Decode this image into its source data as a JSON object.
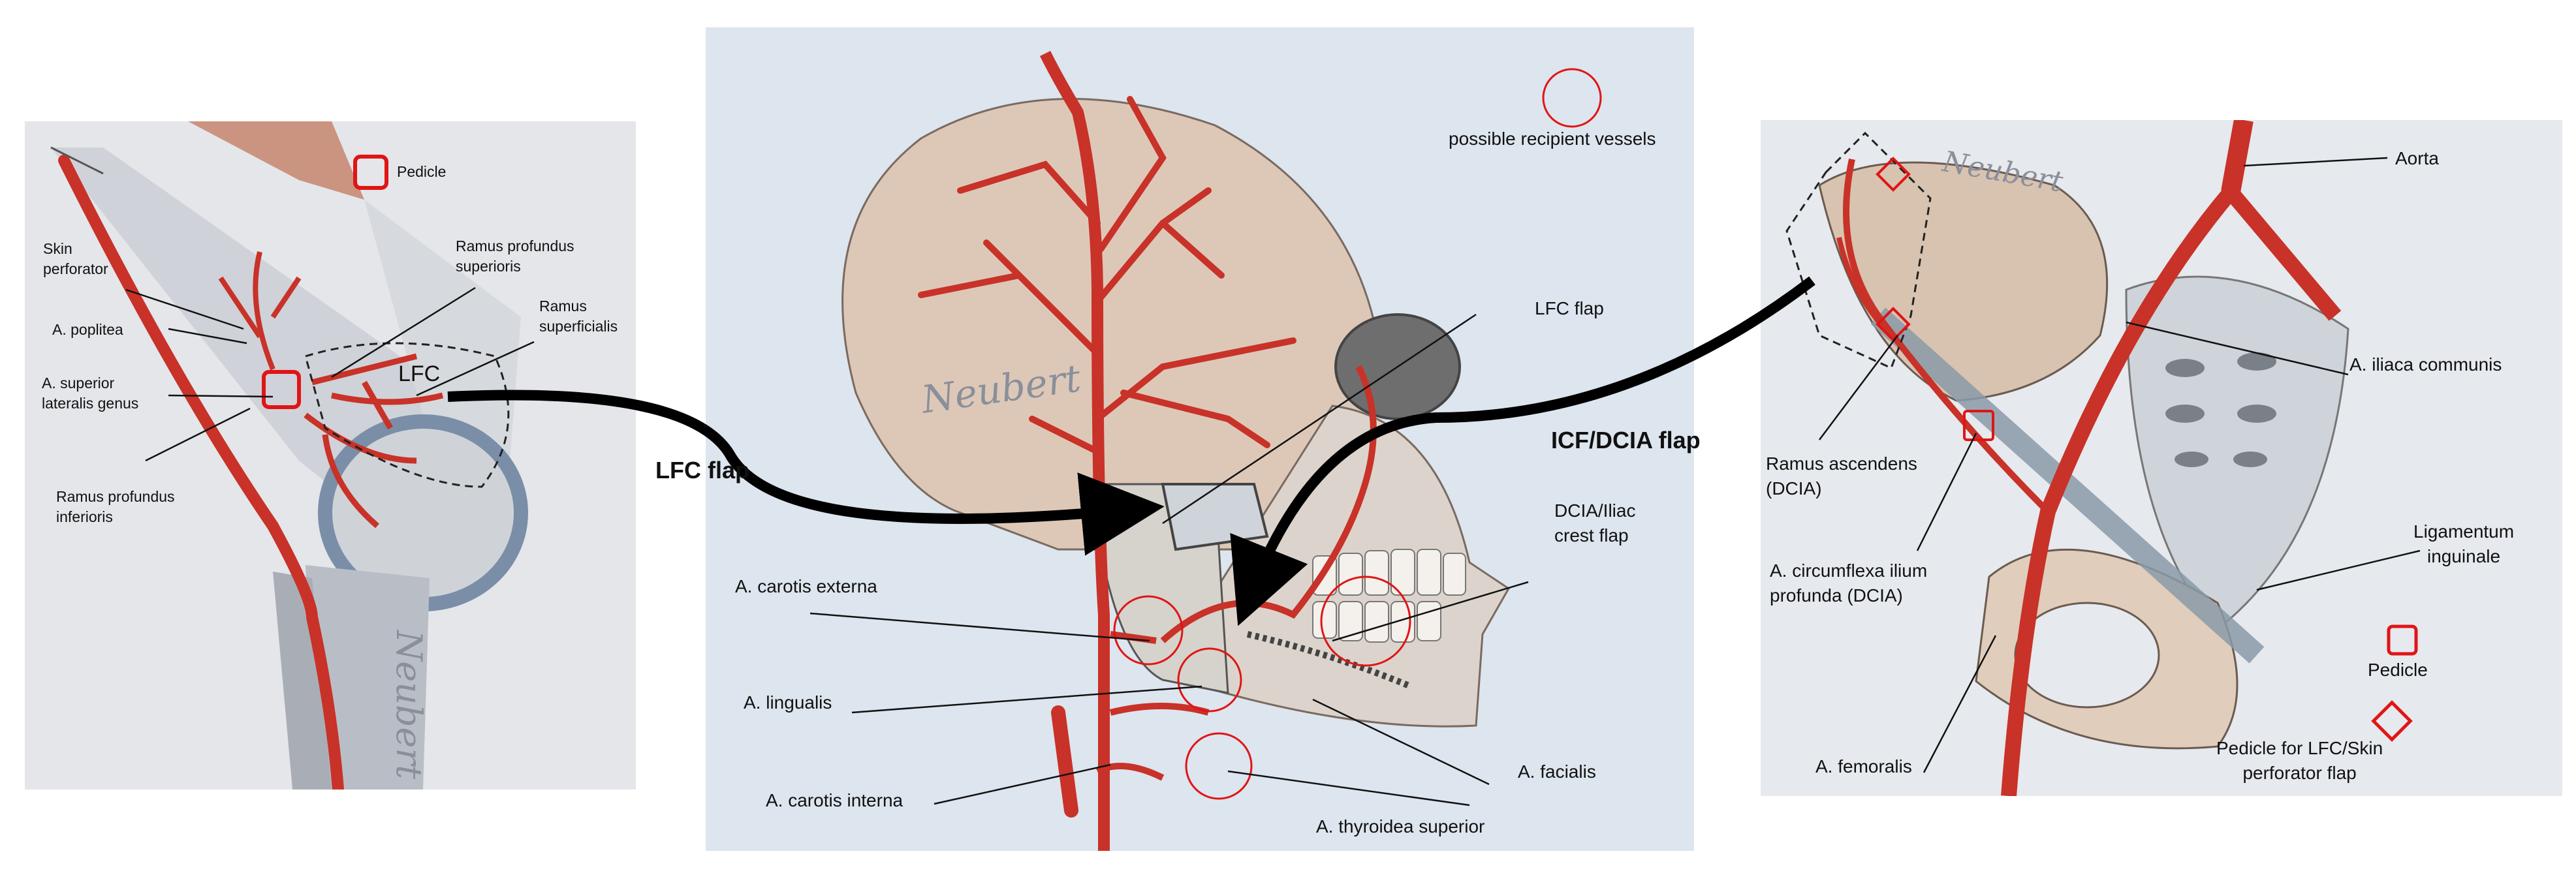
{
  "colors": {
    "artery": "#c83228",
    "marker": "#e01515",
    "panel_bg": "#dfe6ef",
    "arrow": "#000000"
  },
  "knee_panel": {
    "legend_pedicle": "Pedicle",
    "labels": {
      "skin_perforator": "Skin\nperforator",
      "a_poplitea": "A. poplitea",
      "a_superior_lateralis_genus": "A. superior\nlateralis genus",
      "ramus_profundus_inferioris": "Ramus profundus\ninferioris",
      "ramus_profundus_superioris": "Ramus profundus\nsuperioris",
      "ramus_superficialis": "Ramus\nsuperficialis",
      "lfc": "LFC",
      "signature": "Neubert"
    }
  },
  "skull_panel": {
    "legend_recipient": "possible recipient vessels",
    "labels": {
      "lfc_flap": "LFC flap",
      "dcia_iliac_crest_flap": "DCIA/Iliac\ncrest flap",
      "a_carotis_externa": "A. carotis externa",
      "a_lingualis": "A. lingualis",
      "a_carotis_interna": "A. carotis interna",
      "a_thyroidea_superior": "A. thyroidea superior",
      "a_facialis": "A. facialis",
      "signature": "Neubert"
    }
  },
  "pelvis_panel": {
    "legend_pedicle": "Pedicle",
    "legend_pedicle_lfc_skin": "Pedicle for LFC/Skin\nperforator flap",
    "labels": {
      "aorta": "Aorta",
      "a_iliaca_communis": "A. iliaca communis",
      "ramus_ascendens": "Ramus ascendens\n(DCIA)",
      "a_circumflexa": "A. circumflexa ilium\nprofunda (DCIA)",
      "ligamentum_inguinale": "Ligamentum\ninguinale",
      "a_femoralis": "A. femoralis",
      "signature": "Neubert"
    }
  },
  "arrows": {
    "lfc_flap": "LFC flap",
    "icf_dcia_flap": "ICF/DCIA flap"
  }
}
